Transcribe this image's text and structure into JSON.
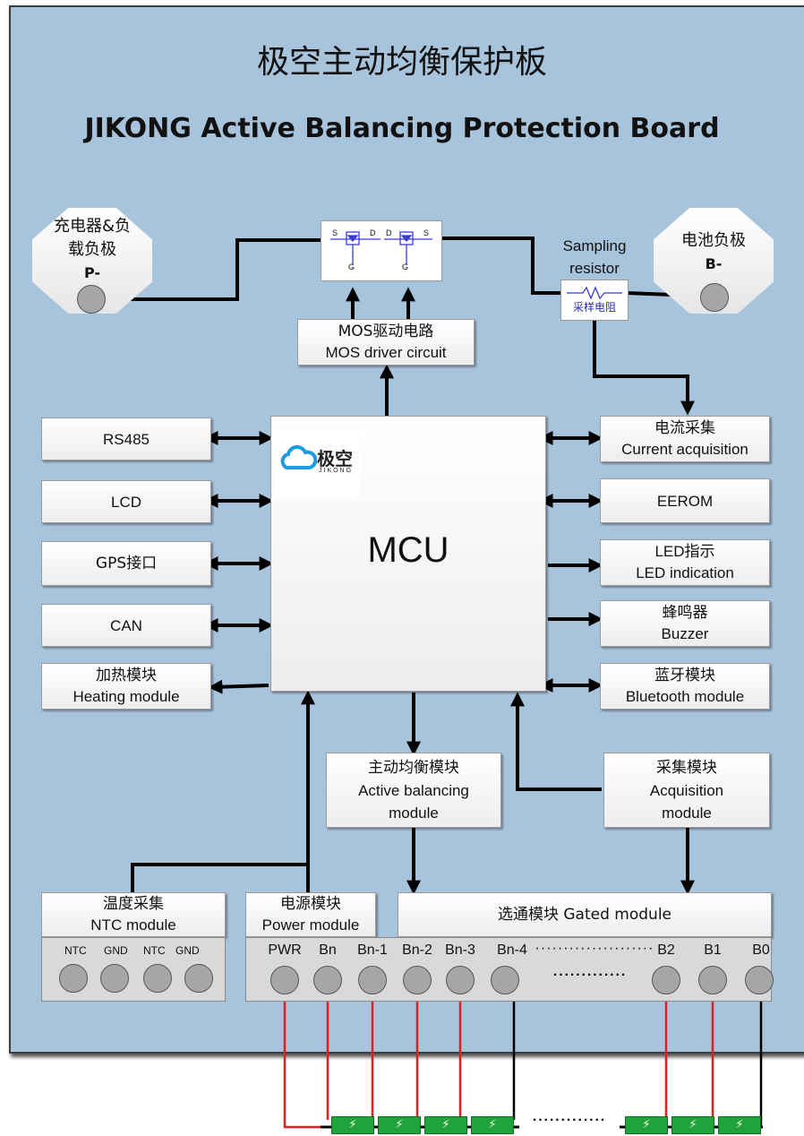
{
  "title": {
    "cn": "极空主动均衡保护板",
    "en": "JIKONG Active Balancing Protection Board"
  },
  "charger_pole": {
    "line1": "充电器&负",
    "line2": "载负极",
    "pin": "P-"
  },
  "battery_pole": {
    "line1": "电池负极",
    "pin": "B-"
  },
  "sampling_resistor": {
    "line1": "Sampling",
    "line2": "resistor",
    "cn": "采样电阻"
  },
  "mos_switch": {
    "s1": "S",
    "d1": "D",
    "d2": "D",
    "s2": "S",
    "g": "G"
  },
  "mos_driver": {
    "cn": "MOS驱动电路",
    "en": "MOS driver circuit"
  },
  "mcu": {
    "label": "MCU",
    "logo_cn": "极空",
    "logo_en": "JIKONG"
  },
  "left_modules": [
    {
      "cn": "",
      "en": "RS485"
    },
    {
      "cn": "",
      "en": "LCD"
    },
    {
      "cn": "GPS接口",
      "en": ""
    },
    {
      "cn": "",
      "en": "CAN"
    },
    {
      "cn": "加热模块",
      "en": "Heating module"
    }
  ],
  "right_modules": [
    {
      "cn": "电流采集",
      "en": "Current acquisition"
    },
    {
      "cn": "",
      "en": "EEROM"
    },
    {
      "cn": "LED指示",
      "en": "LED indication"
    },
    {
      "cn": "蜂鸣器",
      "en": "Buzzer"
    },
    {
      "cn": "蓝牙模块",
      "en": "Bluetooth module"
    }
  ],
  "active_balancing": {
    "cn": "主动均衡模块",
    "en1": "Active balancing",
    "en2": "module"
  },
  "acquisition": {
    "cn": "采集模块",
    "en1": "Acquisition",
    "en2": "module"
  },
  "ntc_module": {
    "cn": "温度采集",
    "en": "NTC module",
    "pins": [
      "NTC",
      "GND",
      "NTC",
      "GND"
    ]
  },
  "power_module": {
    "cn": "电源模块",
    "en": "Power module"
  },
  "gated_module": {
    "label": "选通模块 Gated module"
  },
  "connector_pins": [
    "PWR",
    "Bn",
    "Bn-1",
    "Bn-2",
    "Bn-3",
    "Bn-4",
    "B2",
    "B1",
    "B0"
  ],
  "dots_top": "·····················",
  "dots_mid": "·············",
  "dots_cells": "·············",
  "colors": {
    "board": "#a8c4dc",
    "cell": "#1fa33a",
    "wire_red": "#e02020",
    "wire_black": "#000000"
  },
  "cell_icon": "battery-cell-icon"
}
